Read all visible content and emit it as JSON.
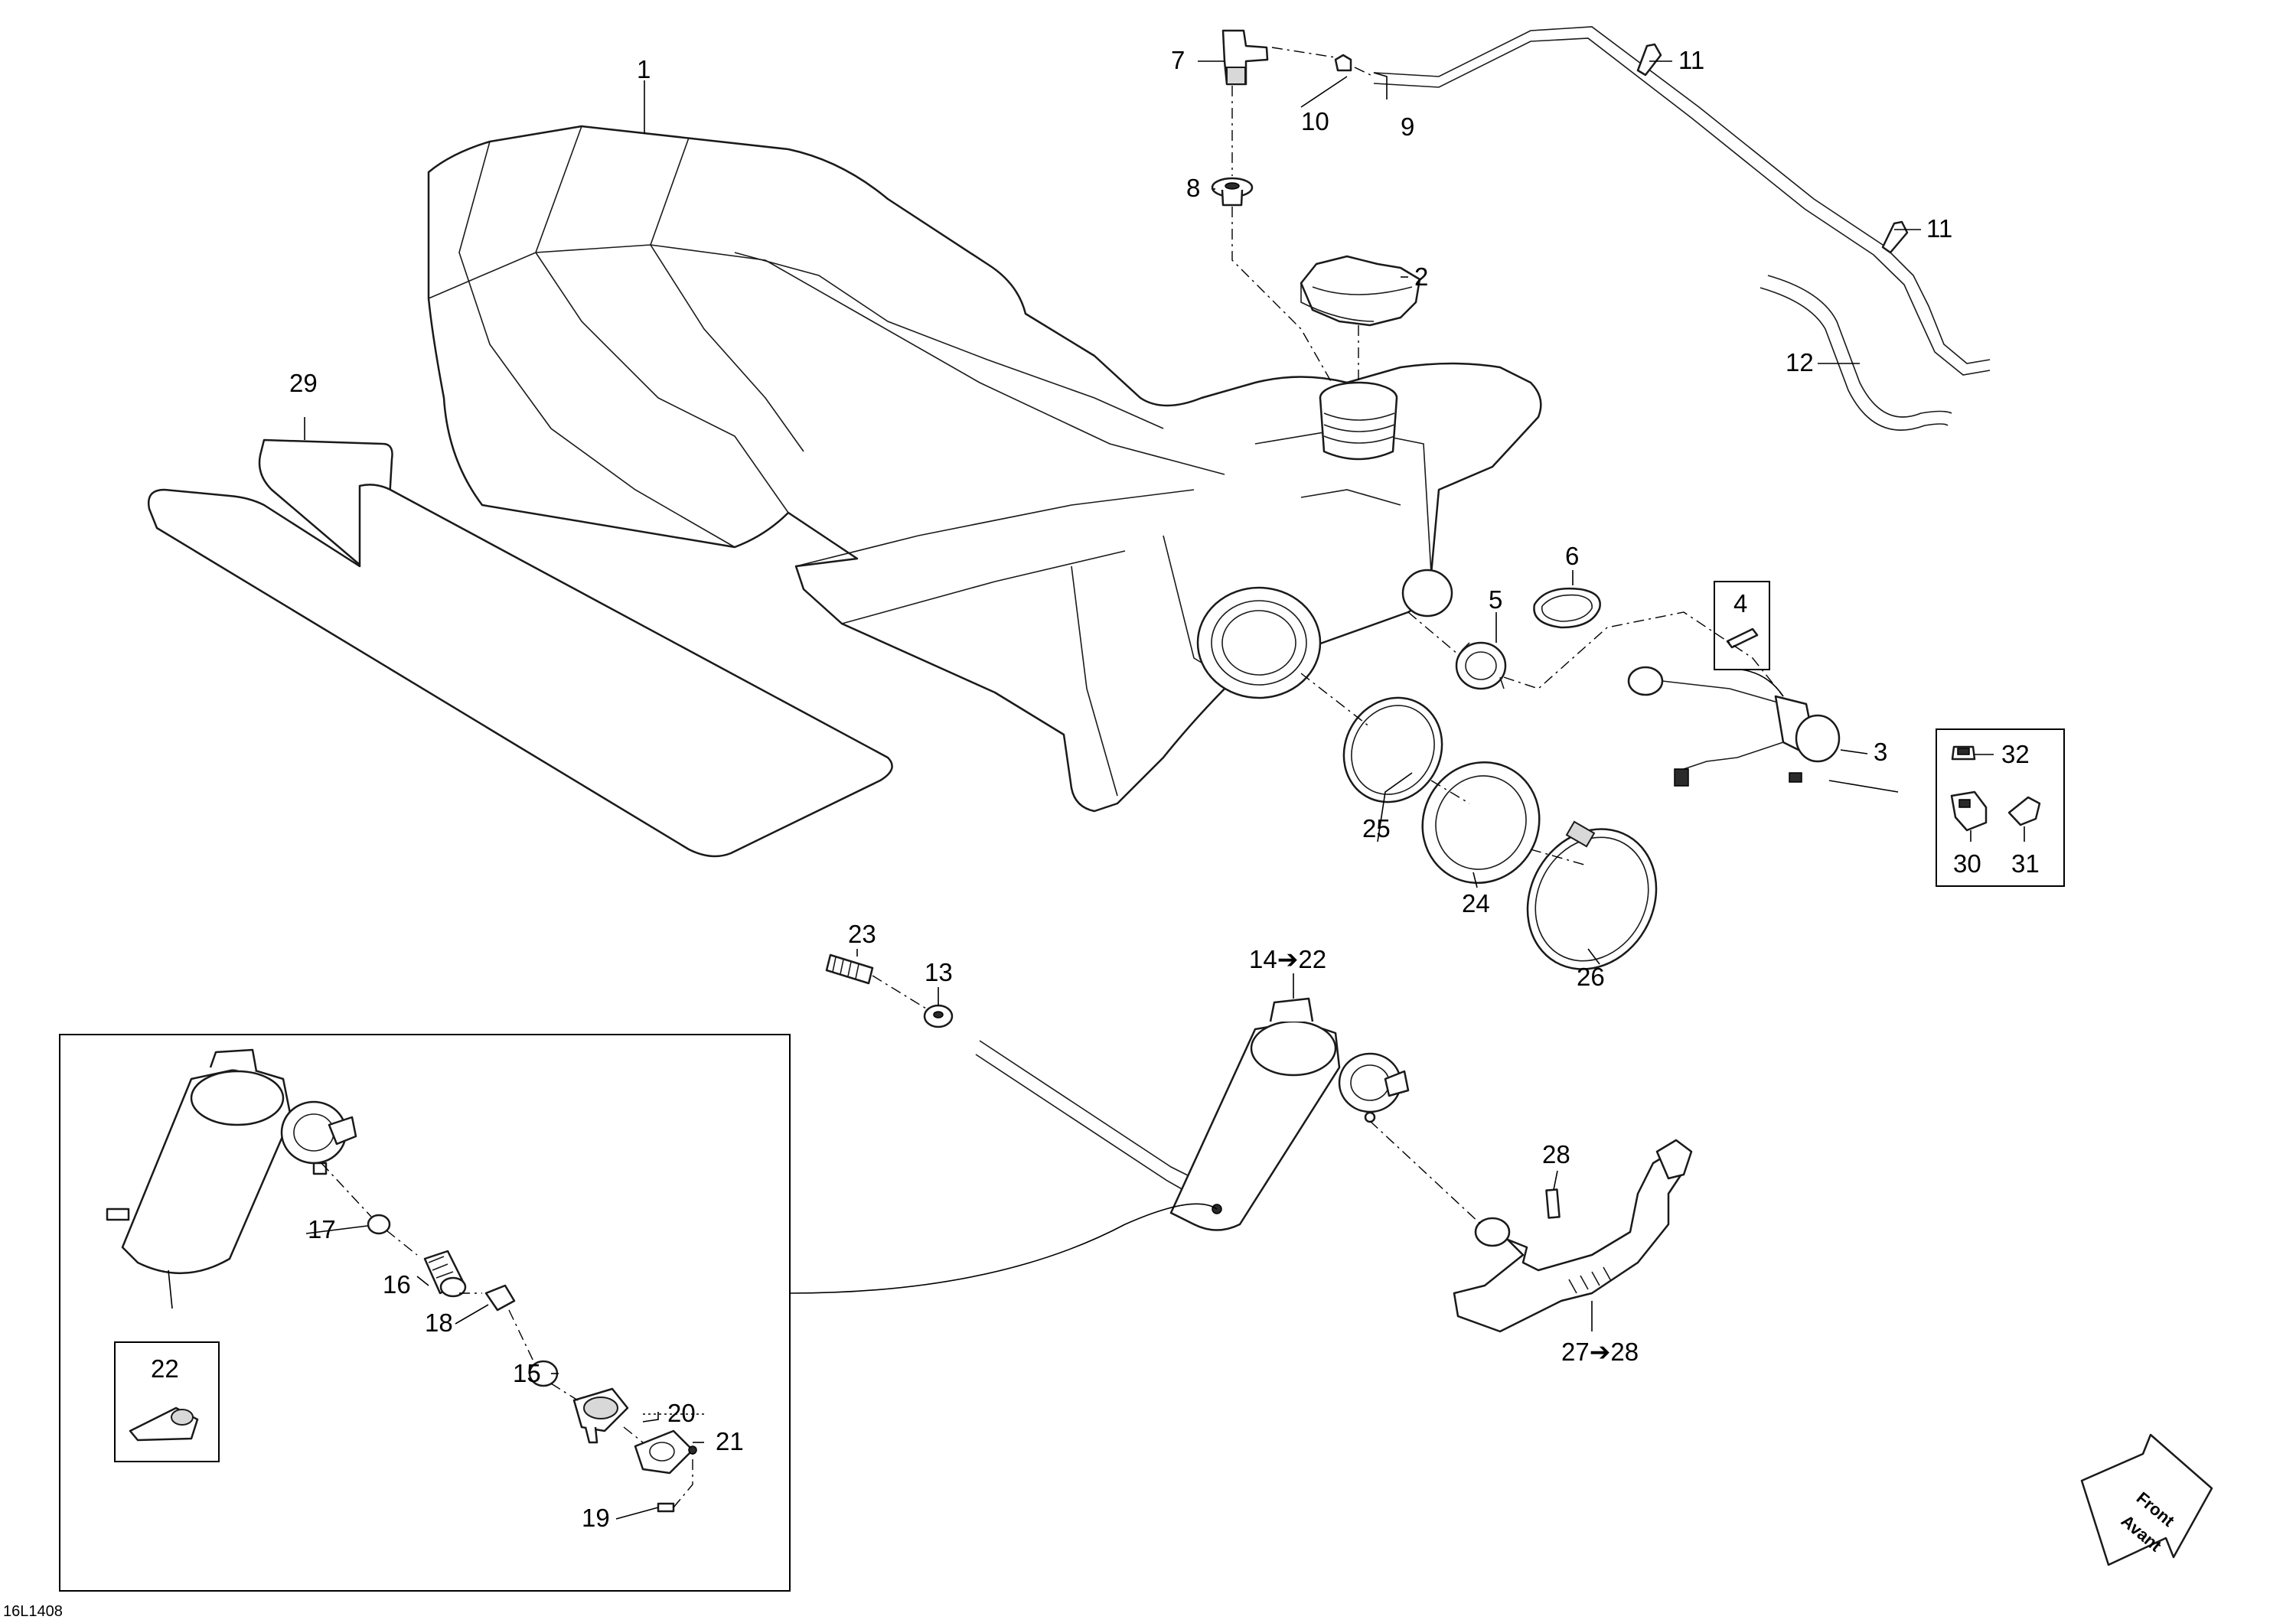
{
  "drawing_ref": "16L1408",
  "front_arrow": {
    "line1": "Front",
    "line2": "Avant"
  },
  "callouts": {
    "c1": "1",
    "c2": "2",
    "c3": "3",
    "c4": "4",
    "c5": "5",
    "c6": "6",
    "c7": "7",
    "c8": "8",
    "c9": "9",
    "c10": "10",
    "c11a": "11",
    "c11b": "11",
    "c12": "12",
    "c13": "13",
    "c14": "14➔22",
    "c15": "15",
    "c16": "16",
    "c17": "17",
    "c18": "18",
    "c19": "19",
    "c20": "20",
    "c21": "21",
    "c22": "22",
    "c23": "23",
    "c24": "24",
    "c25": "25",
    "c26": "26",
    "c27": "27➔28",
    "c28": "28",
    "c29": "29",
    "c30": "30",
    "c31": "31",
    "c32": "32"
  }
}
